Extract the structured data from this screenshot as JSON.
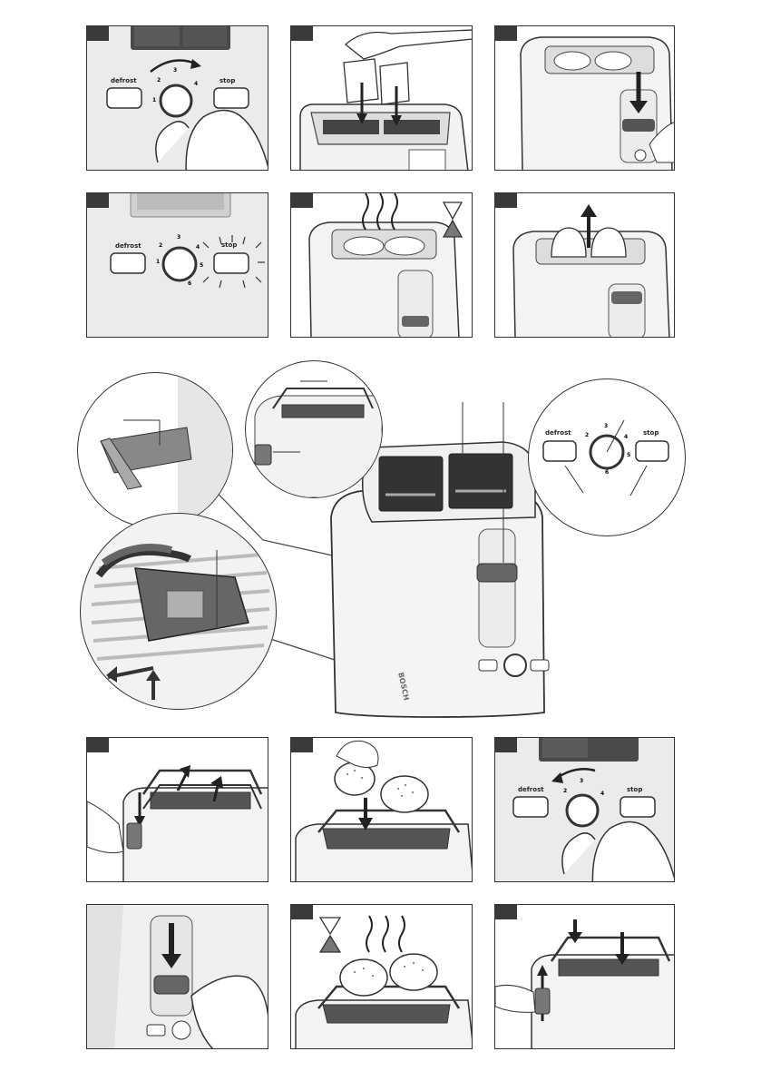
{
  "controls": {
    "defrost": "defrost",
    "stop": "stop",
    "dial": [
      "1",
      "2",
      "3",
      "4",
      "5",
      "6"
    ]
  },
  "brand": "BOSCH",
  "colors": {
    "panel_bg": "#ebebeb",
    "tab": "#3a3a3a",
    "accent": "#333333"
  }
}
